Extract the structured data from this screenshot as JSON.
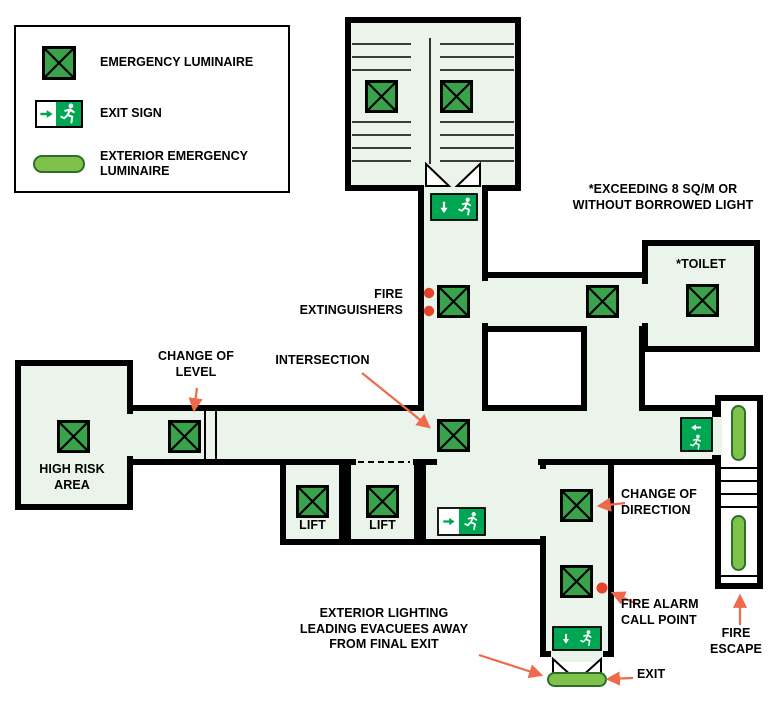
{
  "colors": {
    "floor": "#eaf4ea",
    "wall": "#000000",
    "emergency_luminaire": "#3aa24b",
    "exit_sign": "#00a651",
    "exterior_luminaire_fill": "#7fc24a",
    "exterior_luminaire_border": "#2d6e2d",
    "alert_red": "#e5432b",
    "annotation_arrow": "#ef6a4a"
  },
  "legend": {
    "items": [
      {
        "icon": "emergency-luminaire-icon",
        "label": "EMERGENCY LUMINAIRE"
      },
      {
        "icon": "exit-sign-icon",
        "label": "EXIT SIGN"
      },
      {
        "icon": "exterior-emergency-luminaire-icon",
        "label": "EXTERIOR EMERGENCY\nLUMINAIRE"
      }
    ]
  },
  "annotations": {
    "note": "*EXCEEDING 8 SQ/M OR\nWITHOUT BORROWED LIGHT",
    "toilet": "*TOILET",
    "fire_extinguishers": "FIRE\nEXTINGUISHERS",
    "intersection": "INTERSECTION",
    "change_of_level": "CHANGE OF\nLEVEL",
    "high_risk_area": "HIGH RISK\nAREA",
    "lift1": "LIFT",
    "lift2": "LIFT",
    "change_of_direction": "CHANGE OF\nDIRECTION",
    "fire_alarm": "FIRE ALARM\nCALL POINT",
    "fire_escape": "FIRE\nESCAPE",
    "exterior_lighting": "EXTERIOR LIGHTING\nLEADING EVACUEES AWAY\nFROM FINAL EXIT",
    "exit": "EXIT"
  },
  "plan_symbols": {
    "emergency_luminaires": 12,
    "exit_signs": 4,
    "exterior_emergency_luminaires": 3,
    "fire_extinguisher_dots": 2,
    "fire_alarm_call_points": 1
  }
}
